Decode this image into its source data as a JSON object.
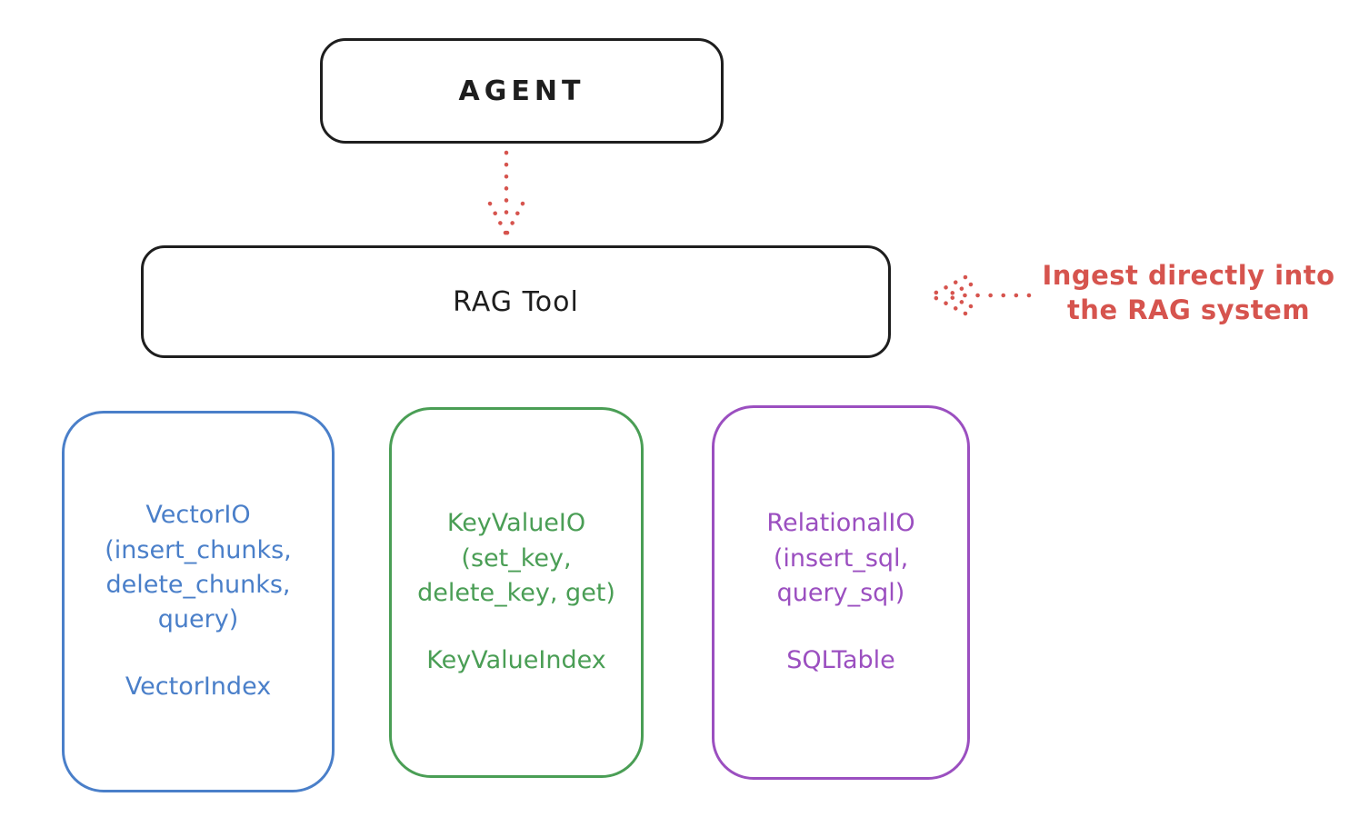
{
  "diagram": {
    "agent_box": {
      "label": "AGENT"
    },
    "rag_tool_box": {
      "label": "RAG Tool"
    },
    "annotation": {
      "text": "Ingest directly into\nthe RAG system"
    },
    "io_boxes": [
      {
        "id": "vector-io",
        "io_text": "VectorIO\n(insert_chunks,\ndelete_chunks,\nquery)",
        "index_text": "VectorIndex",
        "color": "#4a7fc9"
      },
      {
        "id": "keyvalue-io",
        "io_text": "KeyValueIO\n(set_key,\ndelete_key, get)",
        "index_text": "KeyValueIndex",
        "color": "#4a9e55"
      },
      {
        "id": "relational-io",
        "io_text": "RelationalIO\n(insert_sql,\nquery_sql)",
        "index_text": "SQLTable",
        "color": "#9b4fc0"
      }
    ],
    "colors": {
      "stroke": "#1e1e1e",
      "arrow_red": "#d6544e",
      "blue": "#4a7fc9",
      "green": "#4a9e55",
      "purple": "#9b4fc0",
      "background": "#ffffff"
    }
  }
}
